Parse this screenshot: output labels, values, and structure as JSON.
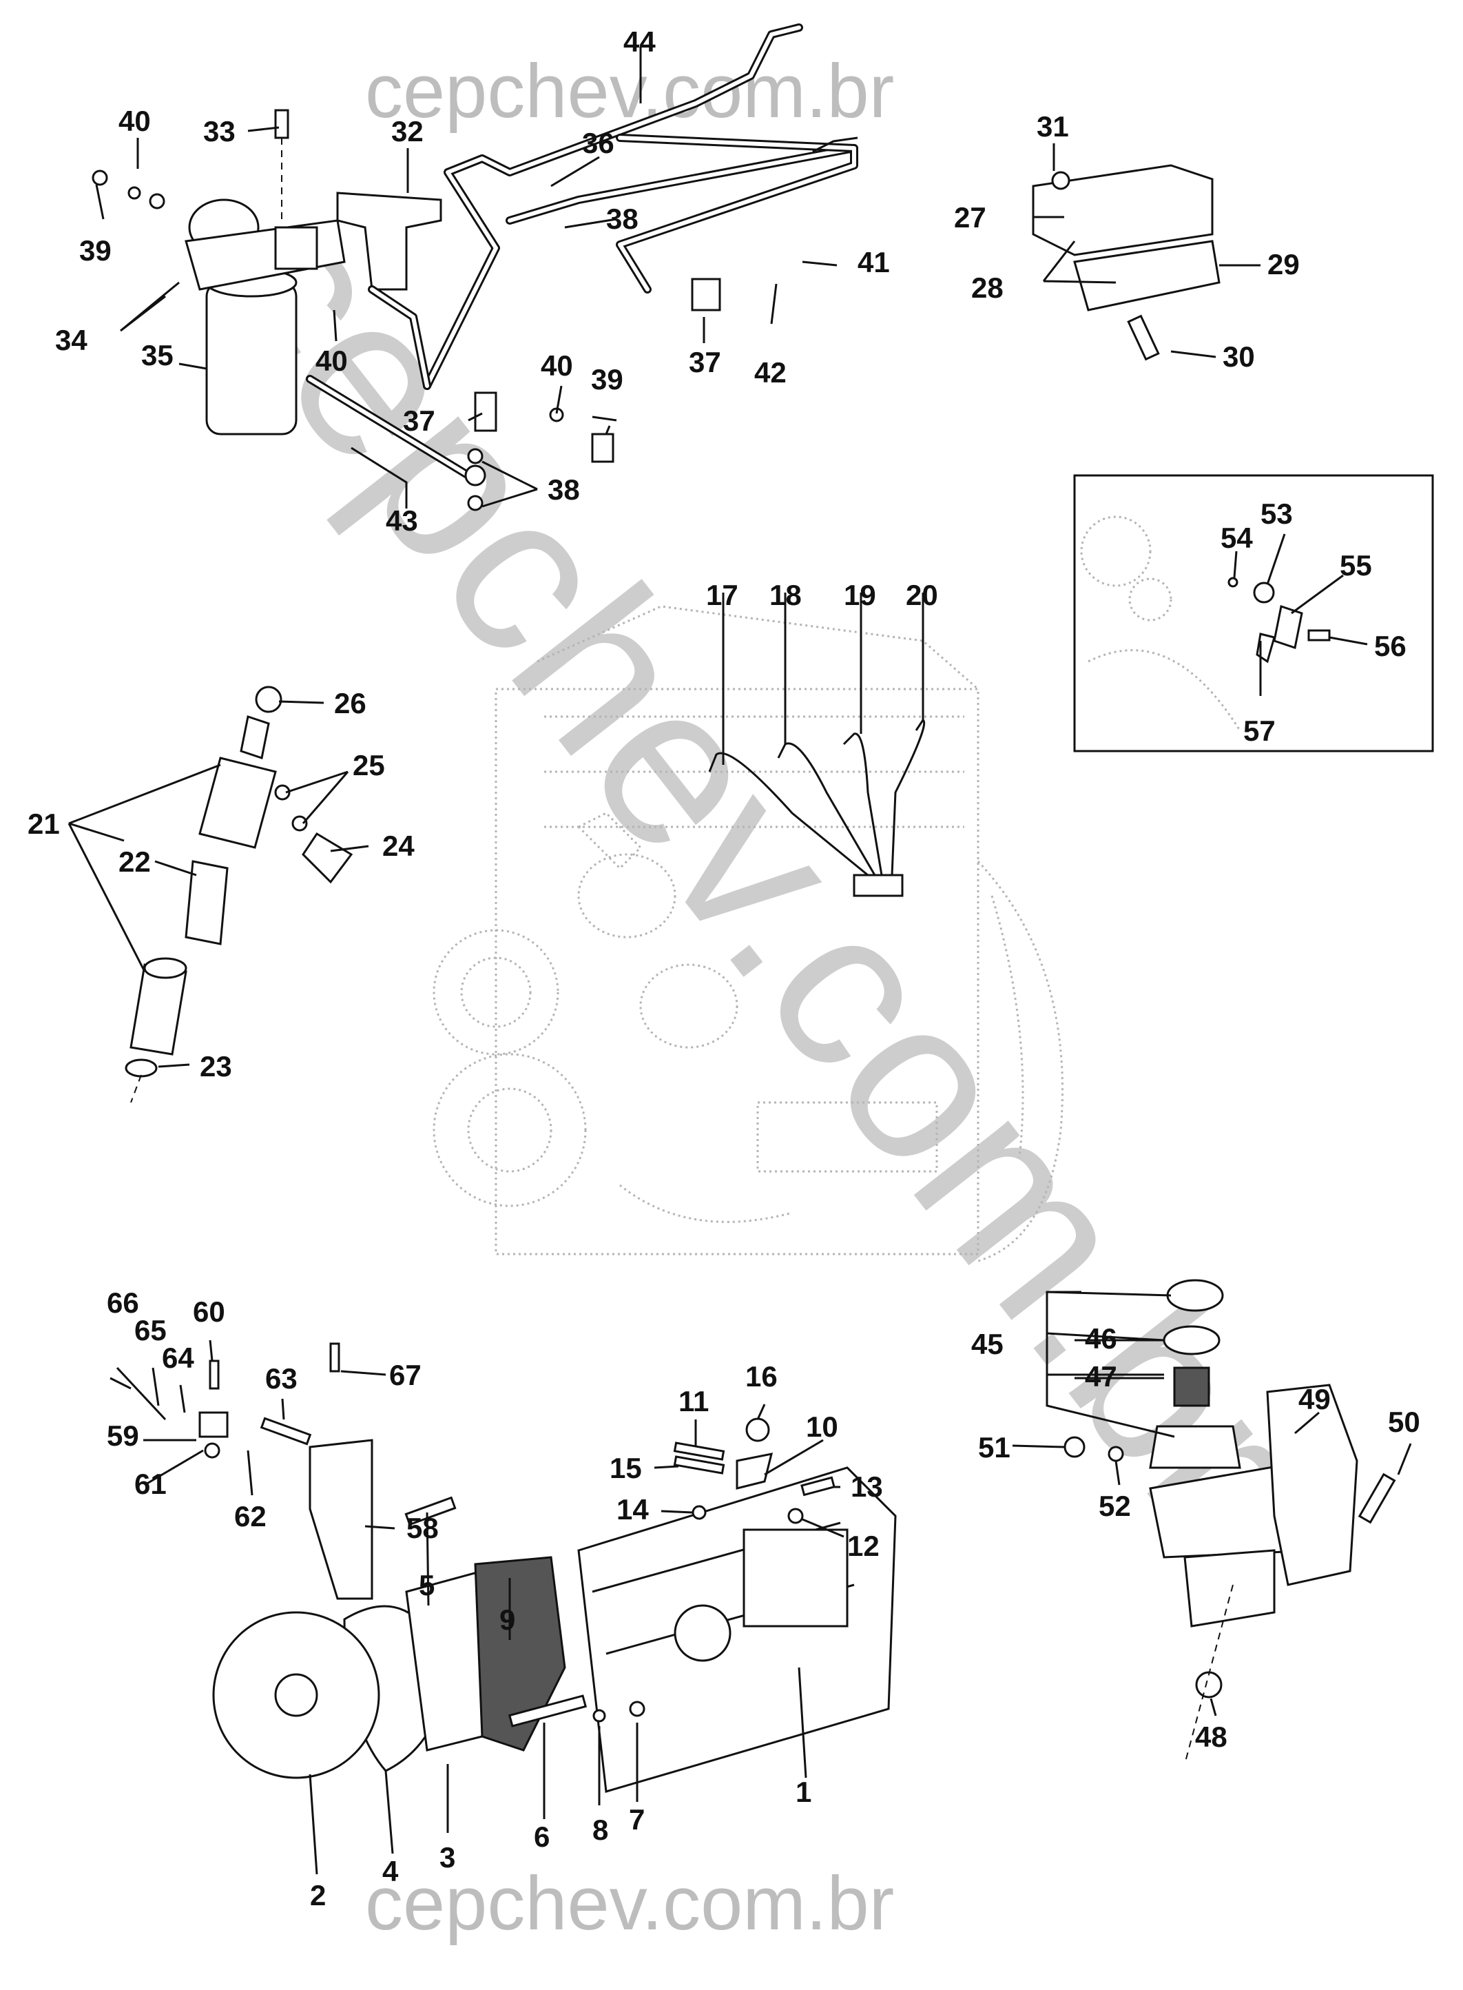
{
  "watermark": {
    "top": "cepchev.com.br",
    "bottom": "cepchev.com.br",
    "diagonal": "cepchev.com.br",
    "color": "#bdbdbd"
  },
  "colors": {
    "ink": "#111111",
    "engine": "#b4b4b4",
    "background": "#ffffff"
  },
  "callouts": [
    "1",
    "2",
    "3",
    "4",
    "5",
    "6",
    "7",
    "8",
    "9",
    "10",
    "11",
    "12",
    "13",
    "14",
    "15",
    "16",
    "17",
    "18",
    "19",
    "20",
    "21",
    "22",
    "23",
    "24",
    "25",
    "26",
    "27",
    "28",
    "29",
    "30",
    "31",
    "32",
    "33",
    "34",
    "35",
    "36",
    "37",
    "37",
    "38",
    "38",
    "39",
    "39",
    "40",
    "40",
    "40",
    "41",
    "42",
    "43",
    "44",
    "45",
    "46",
    "47",
    "48",
    "49",
    "50",
    "51",
    "52",
    "53",
    "54",
    "55",
    "56",
    "57",
    "58",
    "59",
    "60",
    "61",
    "62",
    "63",
    "64",
    "65",
    "66",
    "67"
  ]
}
